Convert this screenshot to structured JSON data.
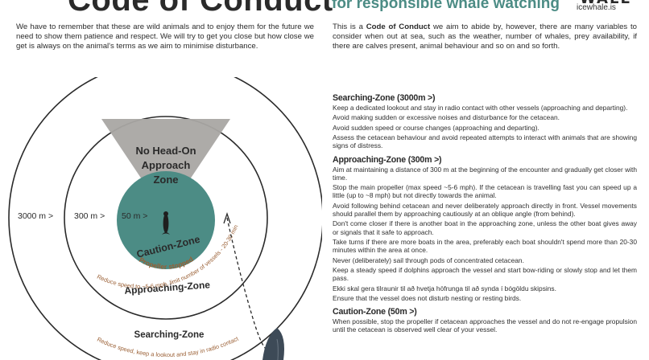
{
  "header": {
    "title": "Code of Conduct",
    "subtitle": "for responsible whale watching",
    "logo_word": "WALE",
    "logo_url": "icewhale.is"
  },
  "intro": {
    "left": "We have to remember that these are wild animals and to enjoy them for the future we need to show them patience and respect. We will try to get you close but how close we get is always on the animal's terms as we aim to minimise disturbance.",
    "right_prefix": "This is a ",
    "right_bold": "Code of Conduct",
    "right_suffix": " we aim to abide by, however, there are many variables to consider when out at sea, such as the weather, number of whales, prey availability, if there are calves present, animal behaviour and so on and so forth."
  },
  "diagram": {
    "no_headon_line1": "No Head-On",
    "no_headon_line2": "Approach",
    "no_headon_line3": "Zone",
    "label_3000": "3000 m >",
    "label_300": "300 m >",
    "label_50": "50 m >",
    "caution_zone": "Caution-Zone",
    "propeller_stopped": "Propeller stopped",
    "approaching_zone": "Approaching-Zone",
    "approaching_note": "Reduce speed to ~5-6 mph, limit number of vessels - 20-30 min",
    "searching_zone": "Searching-Zone",
    "searching_note": "Reduce speed, keep a lookout and stay in radio contact"
  },
  "colors": {
    "teal": "#4c8c85",
    "cone_gray": "#a9a6a3",
    "brown": "#9a5f34",
    "dark": "#2a2a2a",
    "boat": "#3d4a57"
  },
  "rules": {
    "searching": {
      "title": "Searching-Zone (3000m >)",
      "items": [
        "Keep a dedicated lookout and stay in radio contact with other vessels (approaching and departing).",
        "Avoid making sudden or excessive noises and disturbance for the cetacean.",
        "Avoid sudden speed or course changes (approaching and departing).",
        "Assess the cetacean behaviour and avoid repeated attempts to interact with animals that are showing signs of distress."
      ]
    },
    "approaching": {
      "title": "Approaching-Zone (300m >)",
      "items": [
        "Aim at maintaining a distance of 300 m at the beginning of the encounter and gradually get closer with time.",
        "Stop the main propeller (max speed ~5-6 mph). If the cetacean is travelling fast you can speed up a little (up to ~8 mph) but not directly towards the animal.",
        "Avoid following behind cetacean and never deliberately approach directly in front. Vessel movements should parallel them by approaching cautiously at an oblique angle (from behind).",
        "Don't come closer if there is another boat in the approaching zone, unless the other boat gives away or signals that it safe to approach.",
        "Take turns if there are more boats in the area, preferably each boat shouldn't spend more than 20-30 minutes within the area at once.",
        "Never (deliberately) sail through pods of concentrated cetacean.",
        "Keep a steady speed if dolphins approach the vessel and start bow-riding or slowly stop and let them pass.",
        "Ekki skal gera tilraunir til að hvetja höfrunga til að synda í bógöldu skipsins.",
        "Ensure that the vessel does not disturb nesting or resting birds."
      ]
    },
    "caution": {
      "title": "Caution-Zone (50m >)",
      "items": [
        "When possible, stop the propeller if cetacean approaches the vessel and do not re-engage propulsion until the cetacean is observed well clear of your vessel."
      ]
    }
  }
}
